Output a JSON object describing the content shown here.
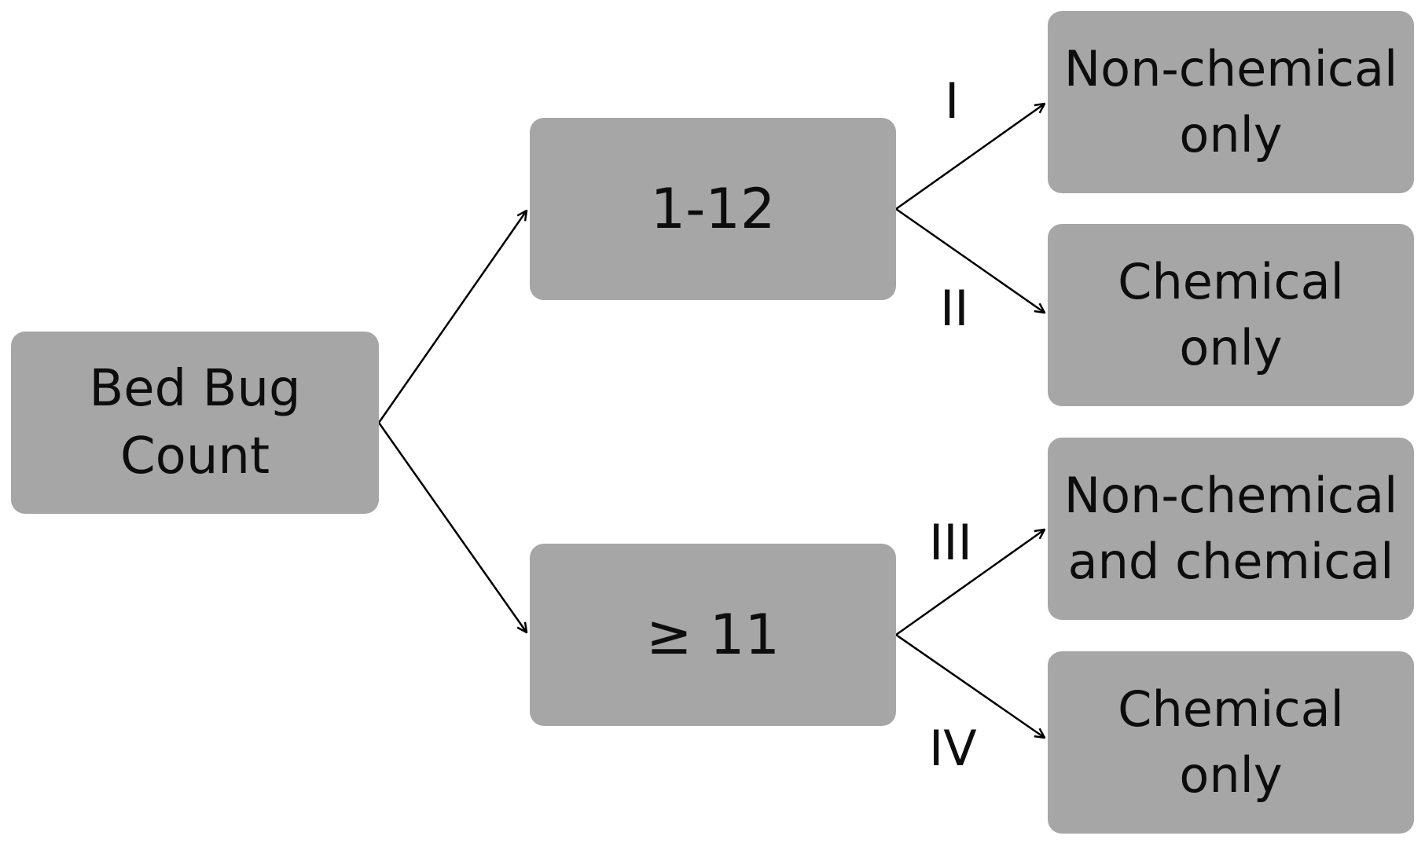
{
  "nodes": {
    "root": "Bed Bug\nCount",
    "mid_top": "1-12",
    "mid_bottom": "≥ 11",
    "out_1": "Non-chemical\nonly",
    "out_2": "Chemical\nonly",
    "out_3": "Non-chemical\nand chemical",
    "out_4": "Chemical\nonly"
  },
  "branch_labels": {
    "i": "I",
    "ii": "II",
    "iii": "III",
    "iv": "IV"
  },
  "colors": {
    "box_fill": "#a6a6a6",
    "text": "#0d0d0d",
    "arrow": "#000000",
    "background": "#ffffff"
  }
}
